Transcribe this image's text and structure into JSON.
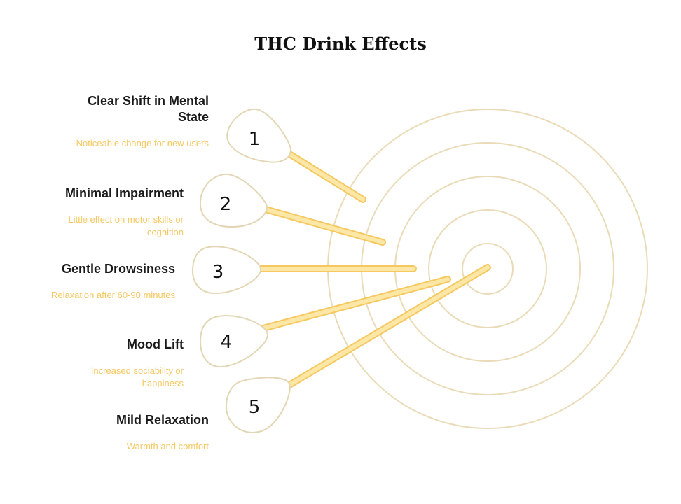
{
  "title": "THC Drink Effects",
  "colors": {
    "ring": "#eadbb8",
    "drop_stroke": "#e3d6b4",
    "stick": "#f5c860",
    "stick_fill": "#fde7a6",
    "description": "#f5c860"
  },
  "items": [
    {
      "number": "1",
      "heading": "Clear Shift in Mental State",
      "description": "Noticeable change for new users"
    },
    {
      "number": "2",
      "heading": "Minimal Impairment",
      "description": "Little effect on motor skills or cognition"
    },
    {
      "number": "3",
      "heading": "Gentle Drowsiness",
      "description": "Relaxation after 60-90 minutes"
    },
    {
      "number": "4",
      "heading": "Mood Lift",
      "description": "Increased sociability or happiness"
    },
    {
      "number": "5",
      "heading": "Mild Relaxation",
      "description": "Warmth and comfort"
    }
  ]
}
